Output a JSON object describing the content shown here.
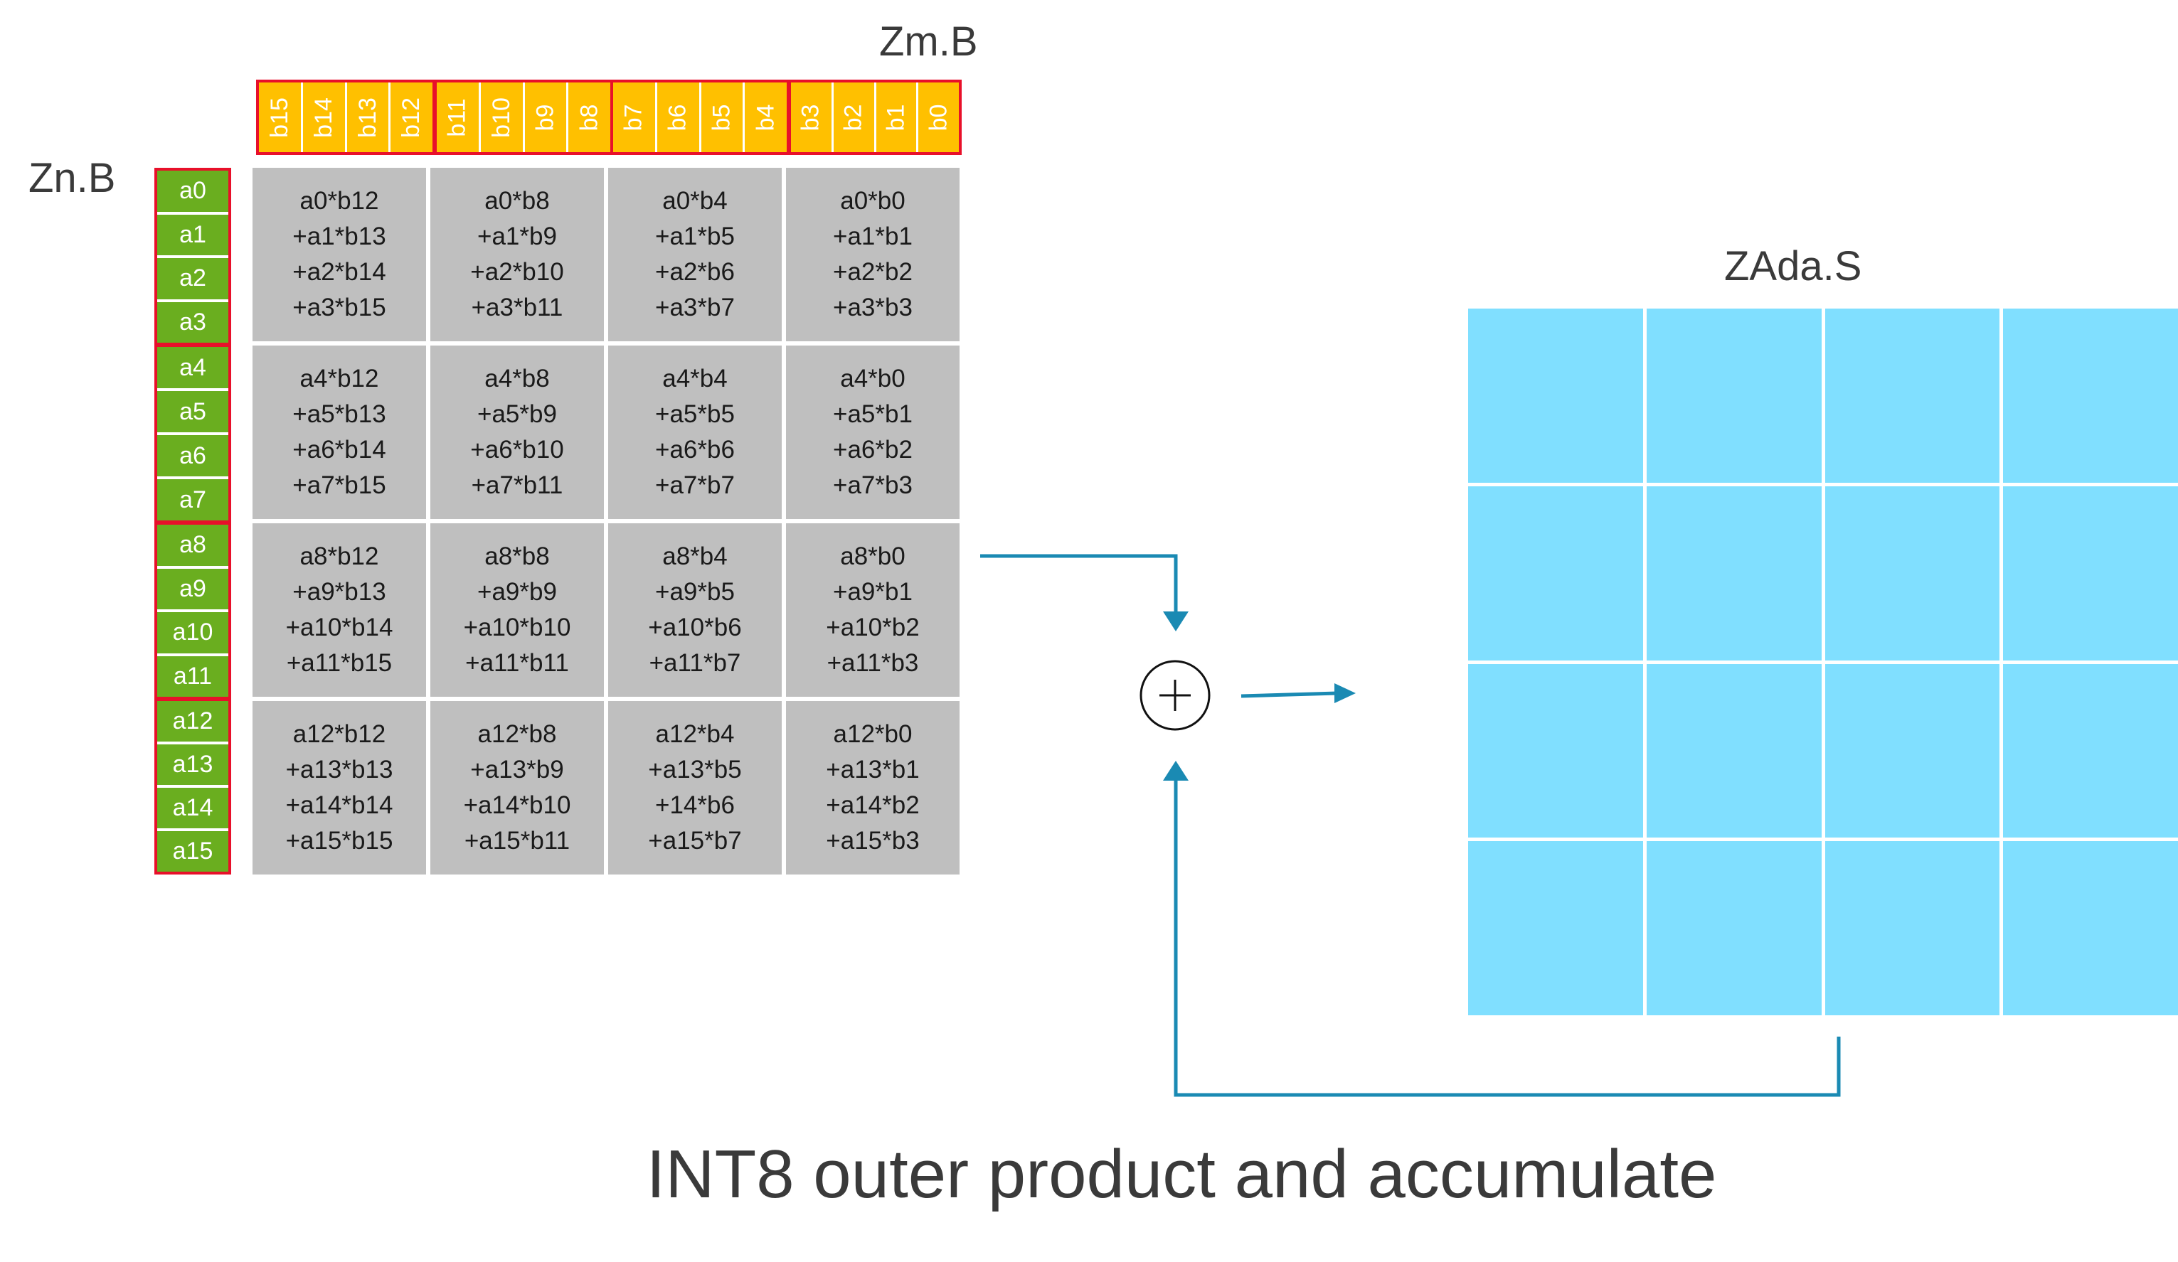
{
  "labels": {
    "zm": "Zm.B",
    "zn": "Zn.B",
    "zada": "ZAda.S",
    "plus": "+",
    "caption": "INT8 outer product and accumulate"
  },
  "zm_groups": [
    [
      "b15",
      "b14",
      "b13",
      "b12"
    ],
    [
      "b11",
      "b10",
      "b9",
      "b8"
    ],
    [
      "b7",
      "b6",
      "b5",
      "b4"
    ],
    [
      "b3",
      "b2",
      "b1",
      "b0"
    ]
  ],
  "zn_groups": [
    [
      "a0",
      "a1",
      "a2",
      "a3"
    ],
    [
      "a4",
      "a5",
      "a6",
      "a7"
    ],
    [
      "a8",
      "a9",
      "a10",
      "a11"
    ],
    [
      "a12",
      "a13",
      "a14",
      "a15"
    ]
  ],
  "products": [
    [
      [
        "a0*b12",
        "+a1*b13",
        "+a2*b14",
        "+a3*b15"
      ],
      [
        "a0*b8",
        "+a1*b9",
        "+a2*b10",
        "+a3*b11"
      ],
      [
        "a0*b4",
        "+a1*b5",
        "+a2*b6",
        "+a3*b7"
      ],
      [
        "a0*b0",
        "+a1*b1",
        "+a2*b2",
        "+a3*b3"
      ]
    ],
    [
      [
        "a4*b12",
        "+a5*b13",
        "+a6*b14",
        "+a7*b15"
      ],
      [
        "a4*b8",
        "+a5*b9",
        "+a6*b10",
        "+a7*b11"
      ],
      [
        "a4*b4",
        "+a5*b5",
        "+a6*b6",
        "+a7*b7"
      ],
      [
        "a4*b0",
        "+a5*b1",
        "+a6*b2",
        "+a7*b3"
      ]
    ],
    [
      [
        "a8*b12",
        "+a9*b13",
        "+a10*b14",
        "+a11*b15"
      ],
      [
        "a8*b8",
        "+a9*b9",
        "+a10*b10",
        "+a11*b11"
      ],
      [
        "a8*b4",
        "+a9*b5",
        "+a10*b6",
        "+a11*b7"
      ],
      [
        "a8*b0",
        "+a9*b1",
        "+a10*b2",
        "+a11*b3"
      ]
    ],
    [
      [
        "a12*b12",
        "+a13*b13",
        "+a14*b14",
        "+a15*b15"
      ],
      [
        "a12*b8",
        "+a13*b9",
        "+a14*b10",
        "+a15*b11"
      ],
      [
        "a12*b4",
        "+a13*b5",
        "+14*b6",
        "+a15*b7"
      ],
      [
        "a12*b0",
        "+a13*b1",
        "+a14*b2",
        "+a15*b3"
      ]
    ]
  ],
  "colors": {
    "zm_fill": "#ffc000",
    "zn_fill": "#6aae1f",
    "group_border": "#e8102a",
    "product_fill": "#bfbfbf",
    "zada_fill": "#80dfff",
    "arrow": "#1a8ab3"
  }
}
